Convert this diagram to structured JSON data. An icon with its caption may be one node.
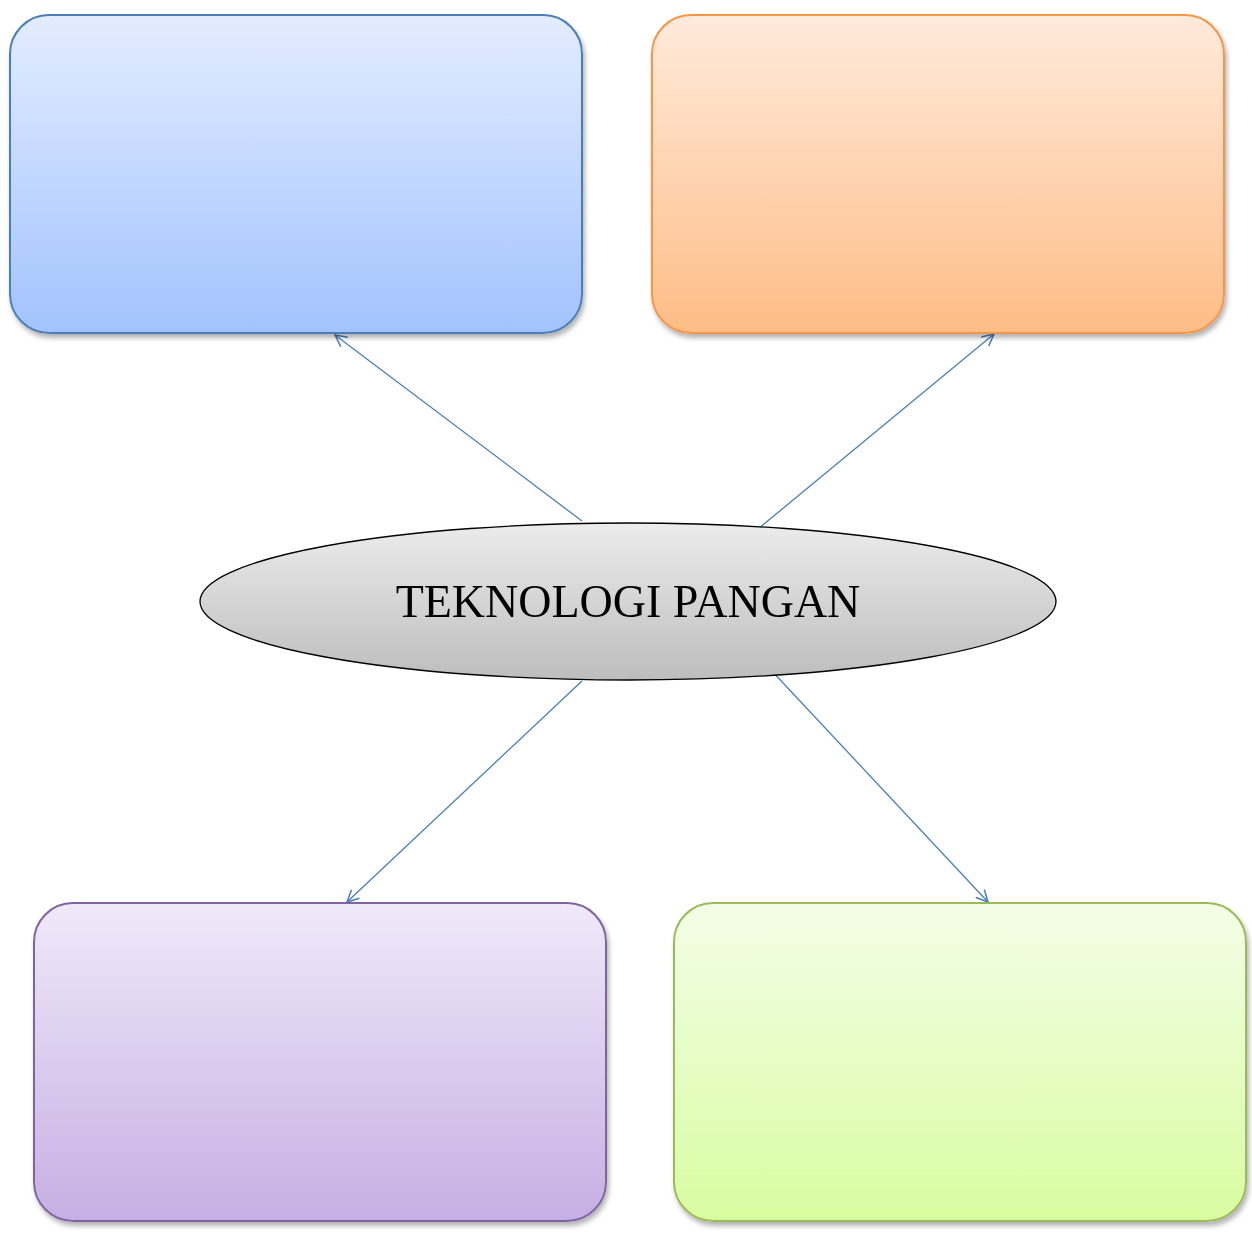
{
  "diagram": {
    "nodes": [
      {
        "text": [],
        "shape": "box"
      },
      {
        "text": [],
        "shape": "box"
      },
      {
        "text": [
          "TEKNOLOGI PANGAN"
        ]
      },
      {
        "text": [],
        "shape": "box"
      },
      {
        "text": [],
        "shape": "box"
      }
    ],
    "edges": [
      {
        "from": 2,
        "to": 0,
        "arrow": "to"
      },
      {
        "from": 2,
        "to": 1,
        "arrow": "to"
      },
      {
        "from": 2,
        "to": 3,
        "arrow": "to"
      },
      {
        "from": 2,
        "to": 4,
        "arrow": "to"
      }
    ]
  }
}
